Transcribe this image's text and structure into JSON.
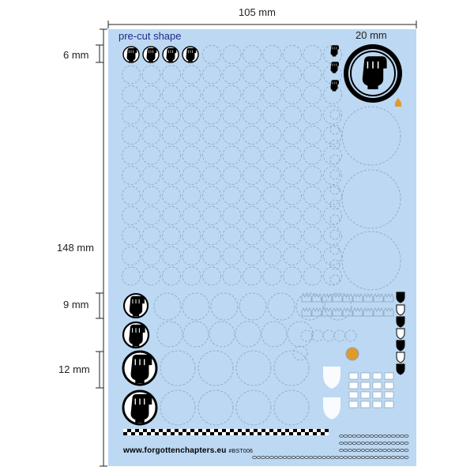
{
  "dimensions": {
    "width_label": "105 mm",
    "height_label": "148 mm",
    "logo_label": "20 mm",
    "row_6_label": "6 mm",
    "row_9_label": "9 mm",
    "row_12_label": "12 mm"
  },
  "sheet": {
    "note": "pre-cut shape",
    "website": "www.forgottenchapters.eu",
    "code": "#BST006"
  },
  "colors": {
    "sheet": "#bcd8f2",
    "outline": "#8aa4c0",
    "decal": "#000000",
    "accent": "#e09a2a"
  },
  "icons": [
    "fist-emblem-icon",
    "small-fist-icon",
    "shield-icon",
    "crown-icon"
  ]
}
